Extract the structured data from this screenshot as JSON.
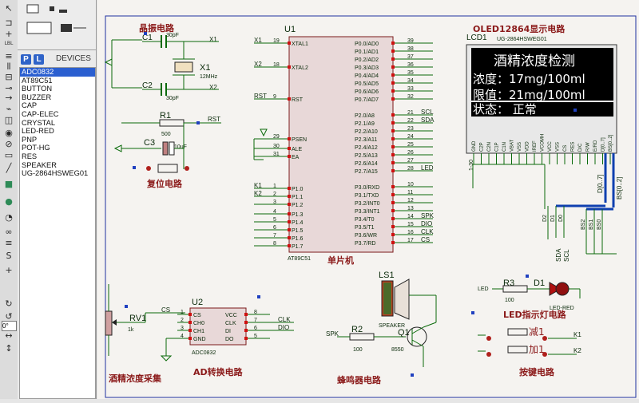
{
  "device_panel": {
    "title": "DEVICES",
    "p_button": "P",
    "l_button": "L",
    "selected": "ADC0832",
    "items": [
      "ADC0832",
      "AT89C51",
      "BUTTON",
      "BUZZER",
      "CAP",
      "CAP-ELEC",
      "CRYSTAL",
      "LED-RED",
      "PNP",
      "POT-HG",
      "RES",
      "SPEAKER",
      "UG-2864HSWEG01"
    ]
  },
  "toolbar": {
    "angle_value": "0°",
    "icons": [
      "select-icon",
      "component-icon",
      "junction-icon",
      "label-icon",
      "text-icon",
      "bus-icon",
      "subcircuit-icon",
      "terminal-icon",
      "pin-icon",
      "graph-icon",
      "tape-icon",
      "generator-icon",
      "probe-icon",
      "instrument-icon",
      "line-icon",
      "box-icon",
      "circle-icon",
      "arc-icon",
      "path-icon",
      "text-icon",
      "symbol-icon",
      "marker-icon",
      "rotate-cw-icon",
      "rotate-ccw-icon",
      "flip-h-icon",
      "flip-v-icon"
    ]
  },
  "schematic": {
    "sections": {
      "crystal": "晶振电路",
      "reset": "复位电路",
      "mcu": "单片机",
      "oled": "OLED12864显示电路",
      "alcohol": "酒精浓度采集",
      "adc": "AD转换电路",
      "buzzer": "蜂鸣器电路",
      "led_ind": "LED指示灯电路",
      "keys": "按键电路"
    },
    "crystal": {
      "c1": "C1",
      "c1_val": "30pF",
      "c2": "C2",
      "c2_val": "30pF",
      "x1": "X1",
      "x1_val": "12MHz",
      "net_x1": "X1",
      "net_x2": "X2"
    },
    "reset": {
      "r1": "R1",
      "r1_val": "500",
      "c3": "C3",
      "c3_val": "10uF",
      "net": "RST"
    },
    "mcu": {
      "ref": "U1",
      "part": "AT89C51",
      "left_pins": [
        {
          "num": "19",
          "name": "XTAL1",
          "net": "X1"
        },
        {
          "num": "18",
          "name": "XTAL2",
          "net": "X2"
        },
        {
          "num": "9",
          "name": "RST",
          "net": "RST"
        },
        {
          "num": "29",
          "name": "PSEN",
          "net": ""
        },
        {
          "num": "30",
          "name": "ALE",
          "net": ""
        },
        {
          "num": "31",
          "name": "EA",
          "net": ""
        },
        {
          "num": "1",
          "name": "P1.0",
          "net": "K1"
        },
        {
          "num": "2",
          "name": "P1.1",
          "net": "K2"
        },
        {
          "num": "3",
          "name": "P1.2",
          "net": ""
        },
        {
          "num": "4",
          "name": "P1.3",
          "net": ""
        },
        {
          "num": "5",
          "name": "P1.4",
          "net": ""
        },
        {
          "num": "6",
          "name": "P1.5",
          "net": ""
        },
        {
          "num": "7",
          "name": "P1.6",
          "net": ""
        },
        {
          "num": "8",
          "name": "P1.7",
          "net": ""
        }
      ],
      "right_pins": [
        {
          "num": "39",
          "name": "P0.0/AD0",
          "net": ""
        },
        {
          "num": "38",
          "name": "P0.1/AD1",
          "net": ""
        },
        {
          "num": "37",
          "name": "P0.2/AD2",
          "net": ""
        },
        {
          "num": "36",
          "name": "P0.3/AD3",
          "net": ""
        },
        {
          "num": "35",
          "name": "P0.4/AD4",
          "net": ""
        },
        {
          "num": "34",
          "name": "P0.5/AD5",
          "net": ""
        },
        {
          "num": "33",
          "name": "P0.6/AD6",
          "net": ""
        },
        {
          "num": "32",
          "name": "P0.7/AD7",
          "net": ""
        },
        {
          "num": "21",
          "name": "P2.0/A8",
          "net": "SCL"
        },
        {
          "num": "22",
          "name": "P2.1/A9",
          "net": "SDA"
        },
        {
          "num": "23",
          "name": "P2.2/A10",
          "net": ""
        },
        {
          "num": "24",
          "name": "P2.3/A11",
          "net": ""
        },
        {
          "num": "25",
          "name": "P2.4/A12",
          "net": ""
        },
        {
          "num": "26",
          "name": "P2.5/A13",
          "net": ""
        },
        {
          "num": "27",
          "name": "P2.6/A14",
          "net": ""
        },
        {
          "num": "28",
          "name": "P2.7/A15",
          "net": "LED"
        },
        {
          "num": "10",
          "name": "P3.0/RXD",
          "net": ""
        },
        {
          "num": "11",
          "name": "P3.1/TXD",
          "net": ""
        },
        {
          "num": "12",
          "name": "P3.2/INT0",
          "net": ""
        },
        {
          "num": "13",
          "name": "P3.3/INT1",
          "net": ""
        },
        {
          "num": "14",
          "name": "P3.4/T0",
          "net": "SPK"
        },
        {
          "num": "15",
          "name": "P3.5/T1",
          "net": "DIO"
        },
        {
          "num": "16",
          "name": "P3.6/WR",
          "net": "CLK"
        },
        {
          "num": "17",
          "name": "P3.7/RD",
          "net": "CS"
        }
      ]
    },
    "oled": {
      "ref": "LCD1",
      "part": "UG-2864HSWEG01",
      "line1": "酒精浓度检测",
      "line2": "浓度：17mg/100ml",
      "line3": "限值：21mg/100ml",
      "line4": "状态：  正常",
      "pins": [
        "GND",
        "C2P",
        "C2N",
        "C1P",
        "C1N",
        "VBAT",
        "VSS",
        "VDD",
        "IREF",
        "VCOMH",
        "VCC",
        "VSS",
        "CS",
        "RES",
        "D/C",
        "R/W",
        "E/RD",
        "D[0..7]",
        "BS[0..2]"
      ],
      "pin_range": "1-30",
      "bus_d": "D[0..7]",
      "bus_bs": "BS[0..2]",
      "d_labels": [
        "D2",
        "D1",
        "D0"
      ],
      "bs_labels": [
        "BS2",
        "BS1",
        "BS0"
      ],
      "sda": "SDA",
      "scl": "SCL"
    },
    "pot": {
      "ref": "RV1",
      "val": "1k",
      "net": "CS"
    },
    "adc": {
      "ref": "U2",
      "part": "ADC0832",
      "left_pins": [
        "CS",
        "CH0",
        "CH1",
        "GND"
      ],
      "right_pins": [
        "VCC",
        "CLK",
        "DI",
        "DO"
      ],
      "pin_nums_left": [
        "1",
        "2",
        "3",
        "4"
      ],
      "pin_nums_right": [
        "8",
        "7",
        "6",
        "5"
      ],
      "net_clk": "CLK",
      "net_dio": "DIO"
    },
    "buzzer": {
      "ls": "LS1",
      "ls_part": "SPEAKER",
      "r2": "R2",
      "r2_val": "100",
      "q1": "Q1",
      "q1_part": "8550",
      "net": "SPK"
    },
    "led": {
      "r3": "R3",
      "r3_val": "100",
      "d1": "D1",
      "d1_part": "LED-RED",
      "net": "LED"
    },
    "keys": {
      "k1_label": "减1",
      "k2_label": "加1",
      "net_k1": "K1",
      "net_k2": "K2"
    }
  }
}
